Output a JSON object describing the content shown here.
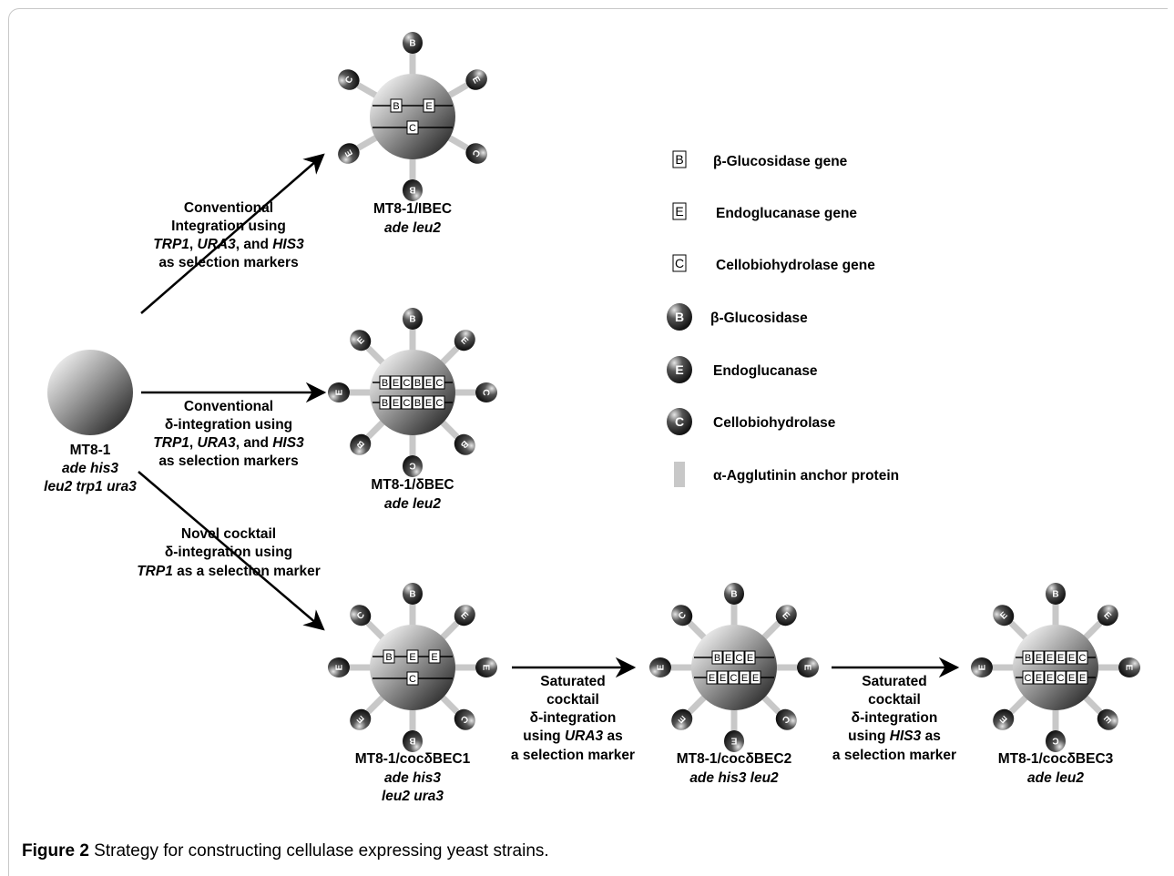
{
  "parent": {
    "name": "MT8-1",
    "genotype1": "ade his3",
    "genotype2": "leu2 trp1 ura3"
  },
  "strains": [
    {
      "name": "MT8-1/IBEC",
      "genotype": [
        "ade leu2"
      ]
    },
    {
      "name": "MT8-1/δBEC",
      "genotype": [
        "ade leu2"
      ]
    },
    {
      "name": "MT8-1/cocδBEC1",
      "genotype": [
        "ade his3",
        "leu2 ura3"
      ]
    },
    {
      "name": "MT8-1/cocδBEC2",
      "genotype": [
        "ade his3 leu2"
      ]
    },
    {
      "name": "MT8-1/cocδBEC3",
      "genotype": [
        "ade leu2"
      ]
    }
  ],
  "methods": {
    "conv_integration": [
      "Conventional",
      "Integration using",
      "as selection markers"
    ],
    "conv_markers": [
      "TRP1",
      ", ",
      "URA3",
      ", and ",
      "HIS3"
    ],
    "conv_delta": [
      "Conventional",
      "δ-integration using",
      "as selection markers"
    ],
    "novel": [
      "Novel cocktail",
      "δ-integration using",
      " as a selection marker"
    ],
    "novel_marker": "TRP1",
    "sat1": [
      "Saturated",
      "cocktail",
      "δ-integration",
      "using ",
      " as",
      "a selection marker"
    ],
    "sat1_marker": "URA3",
    "sat2": [
      "Saturated",
      "cocktail",
      "δ-integration",
      "using ",
      " as",
      "a selection marker"
    ],
    "sat2_marker": "HIS3"
  },
  "gene_rows": {
    "ibec": [
      "B",
      "E",
      "C"
    ],
    "dbec": [
      "BECBEC",
      "BECBEC"
    ],
    "coc1": [
      "B",
      "E",
      "E",
      "C"
    ],
    "coc2": [
      "BECE",
      "EECEE"
    ],
    "coc3": [
      "BEEEEC",
      "CEECEE"
    ]
  },
  "enzyme_letters": {
    "ibec": [
      "B",
      "E",
      "C",
      "B",
      "E",
      "C"
    ],
    "dbec": [
      "B",
      "E",
      "C",
      "B",
      "C",
      "B",
      "E",
      "E"
    ],
    "coc1": [
      "B",
      "E",
      "E",
      "C",
      "B",
      "E",
      "E",
      "C"
    ],
    "coc2": [
      "B",
      "E",
      "E",
      "C",
      "E",
      "E",
      "E",
      "C"
    ],
    "coc3": [
      "B",
      "E",
      "E",
      "E",
      "C",
      "E",
      "E",
      "E"
    ]
  },
  "legend": [
    {
      "symbol": "B",
      "kind": "gene",
      "label": "β-Glucosidase gene"
    },
    {
      "symbol": "E",
      "kind": "gene",
      "label": "Endoglucanase gene"
    },
    {
      "symbol": "C",
      "kind": "gene",
      "label": "Cellobiohydrolase gene"
    },
    {
      "symbol": "B",
      "kind": "enzyme",
      "label": "β-Glucosidase"
    },
    {
      "symbol": "E",
      "kind": "enzyme",
      "label": "Endoglucanase"
    },
    {
      "symbol": "C",
      "kind": "enzyme",
      "label": "Cellobiohydrolase"
    },
    {
      "symbol": "",
      "kind": "anchor",
      "label": "α-Agglutinin anchor protein"
    }
  ],
  "caption": {
    "figure": "Figure 2",
    "text": " Strategy for constructing cellulase expressing yeast strains."
  },
  "colors": {
    "cell_light": "#eeeeee",
    "cell_dark": "#333333",
    "anchor": "#c8c8c8",
    "enzyme_dark": "#111111",
    "arrow": "#000000"
  }
}
